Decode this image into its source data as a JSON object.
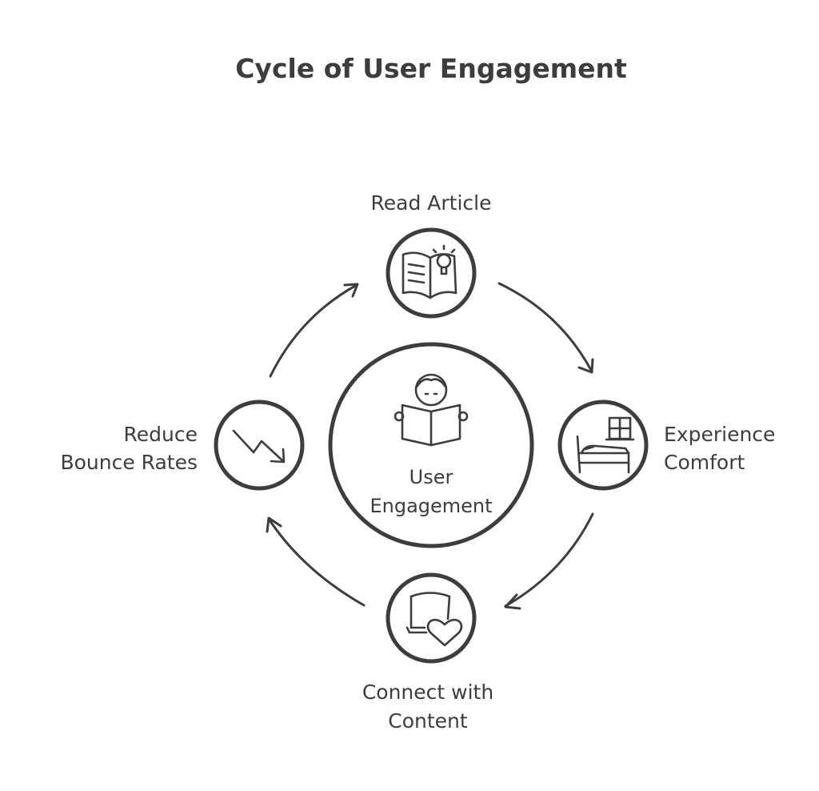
{
  "title": "Cycle of User Engagement",
  "center": {
    "line1": "User",
    "line2": "Engagement",
    "icon": "person-reading-icon"
  },
  "nodes": [
    {
      "id": "read-article",
      "lines": [
        "Read Article"
      ],
      "icon": "book-lightbulb-icon"
    },
    {
      "id": "experience-comfort",
      "lines": [
        "Experience",
        "Comfort"
      ],
      "icon": "bed-window-icon"
    },
    {
      "id": "connect-with-content",
      "lines": [
        "Connect with",
        "Content"
      ],
      "icon": "laptop-heart-icon"
    },
    {
      "id": "reduce-bounce-rates",
      "lines": [
        "Reduce",
        "Bounce Rates"
      ],
      "icon": "trend-down-icon"
    }
  ],
  "colors": {
    "stroke": "#3d3d3d",
    "background": "#ffffff"
  }
}
